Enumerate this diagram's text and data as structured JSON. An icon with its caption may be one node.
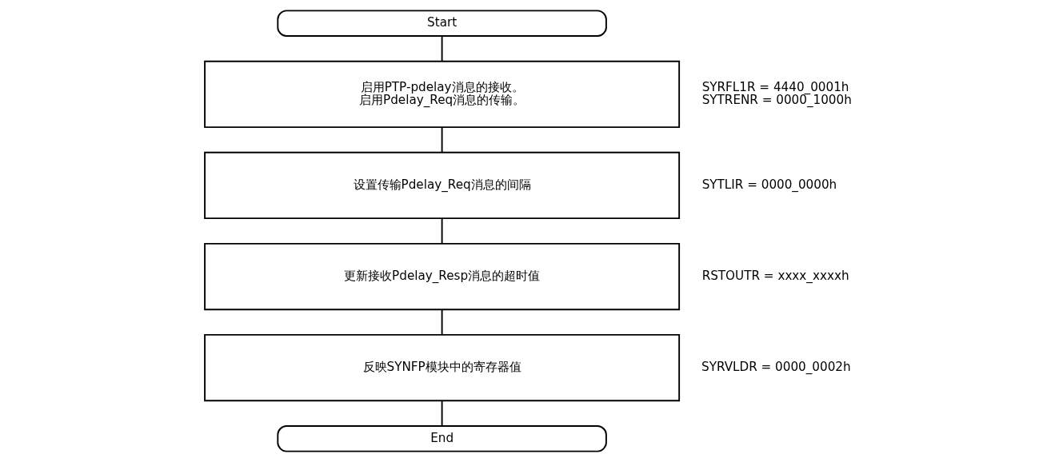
{
  "diagram": {
    "nodes": [
      {
        "text": [
          "Start"
        ]
      },
      {
        "text": [
          "启用PTP-pdelay消息的接收。",
          "启用Pdelay_Req消息的传输。"
        ],
        "beside": [
          "SYRFL1R = 4440_0001h",
          "SYTRENR = 0000_1000h"
        ]
      },
      {
        "text": [
          "设置传输Pdelay_Req消息的间隔"
        ],
        "beside": [
          "SYTLIR = 0000_0000h"
        ]
      },
      {
        "text": [
          "更新接收Pdelay_Resp消息的超时值"
        ],
        "beside": [
          "RSTOUTR = xxxx_xxxxh"
        ]
      },
      {
        "text": [
          "反映SYNFP模块中的寄存器值"
        ],
        "beside": [
          "SYRVLDR = 0000_0002h"
        ]
      },
      {
        "text": [
          "End"
        ]
      }
    ],
    "edges": [
      {
        "from": 0,
        "to": 1,
        "arrow": "none"
      },
      {
        "from": 1,
        "to": 2,
        "arrow": "none"
      },
      {
        "from": 2,
        "to": 3,
        "arrow": "none"
      },
      {
        "from": 3,
        "to": 4,
        "arrow": "none"
      },
      {
        "from": 4,
        "to": 5,
        "arrow": "none"
      }
    ]
  }
}
